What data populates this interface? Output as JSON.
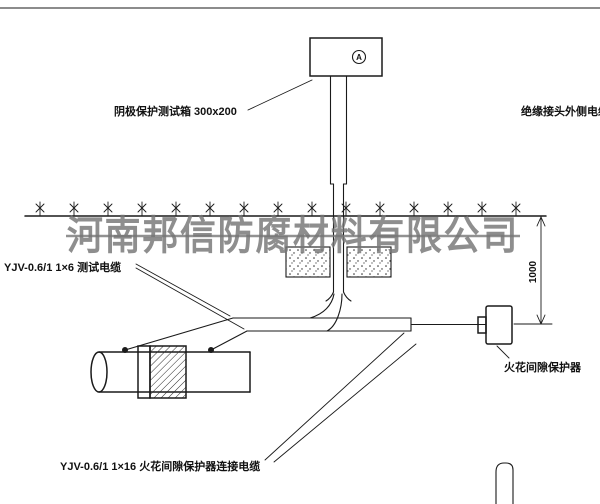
{
  "labels": {
    "test_box": "阴极保护测试箱 300x200",
    "insulated_joint_cable": "绝缘接头外侧电缆",
    "test_cable": "YJV-0.6/1  1×6  测试电缆",
    "connection_cable": "YJV-0.6/1  1×16  火花间隙保护器连接电缆",
    "spark_gap": "火花间隙保护器",
    "dimension": "1000",
    "ammeter": "A"
  },
  "watermark": {
    "text": "河南邦信防腐材料有限公司"
  },
  "colors": {
    "line": "#1a1a1a",
    "watermark": "#767676",
    "background": "#ffffff"
  }
}
